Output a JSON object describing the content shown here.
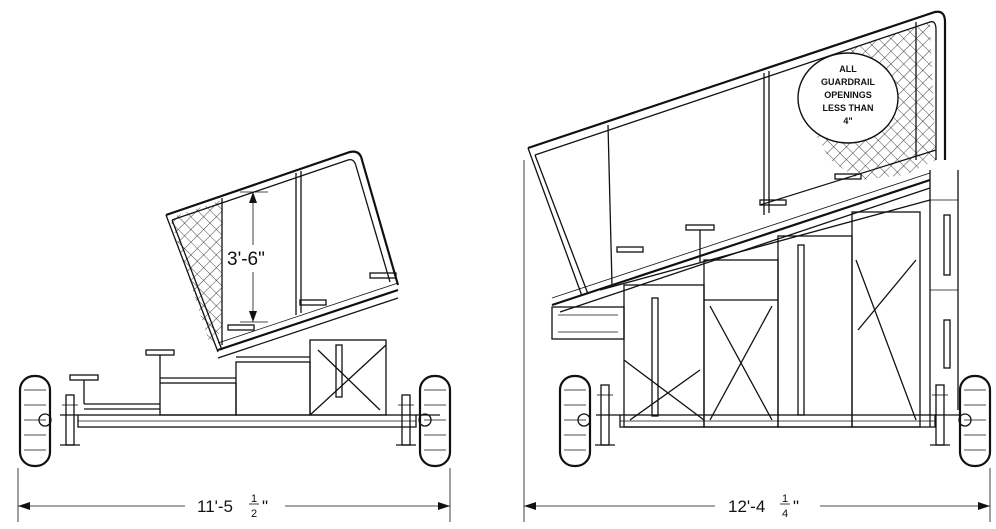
{
  "left_view": {
    "overall_width": {
      "feet_inches": "11'-5",
      "numerator": "1",
      "denominator": "2",
      "inch_mark": "\""
    },
    "guardrail_height": "3'-6\""
  },
  "right_view": {
    "overall_width": {
      "feet_inches": "12'-4",
      "numerator": "1",
      "denominator": "4",
      "inch_mark": "\""
    },
    "note_lines": [
      "ALL",
      "GUARDRAIL",
      "OPENINGS",
      "LESS THAN",
      "4\""
    ]
  }
}
